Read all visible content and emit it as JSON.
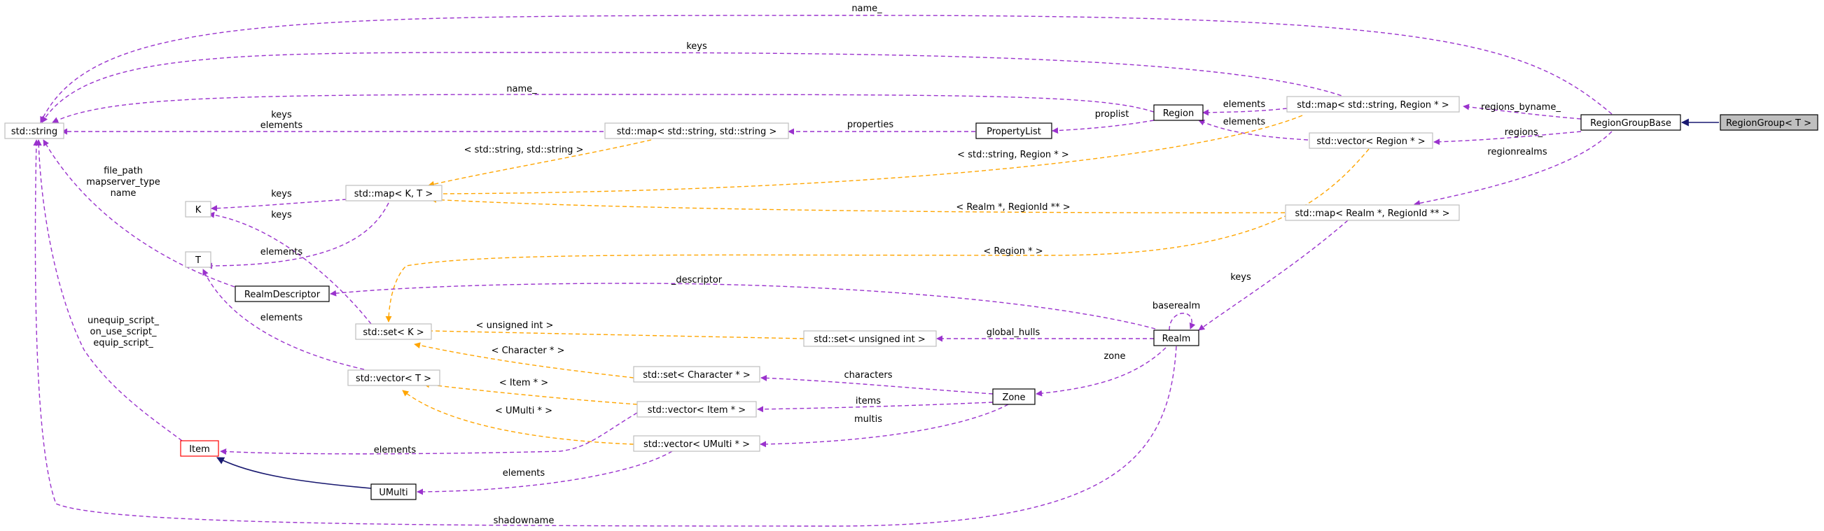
{
  "colors": {
    "usage": "#9a32cd",
    "template": "#ffa500",
    "inherit": "#191970",
    "box_gray": "#bfbfbf",
    "box_black": "#000000",
    "box_red": "#ff0000",
    "focus_fill": "#bfbfbf"
  },
  "nodes": {
    "string": "std::string",
    "map_k_t": "std::map< K, T >",
    "k": "K",
    "t": "T",
    "set_k": "std::set< K >",
    "vector_t": "std::vector< T >",
    "map_string_string": "std::map< std::string, std::string >",
    "propertylist": "PropertyList",
    "region": "Region",
    "map_string_region": "std::map< std::string, Region * >",
    "vector_region": "std::vector< Region * >",
    "map_realm_regionid": "std::map< Realm *, RegionId ** >",
    "regiongroupbase": "RegionGroupBase",
    "regiongroup": "RegionGroup< T >",
    "realmdescriptor": "RealmDescriptor",
    "set_unsigned": "std::set< unsigned int >",
    "set_character": "std::set< Character * >",
    "vector_item": "std::vector< Item * >",
    "vector_umulti": "std::vector< UMulti * >",
    "realm": "Realm",
    "zone": "Zone",
    "item": "Item",
    "umulti": "UMulti"
  },
  "labels": {
    "name_top": "name_",
    "keys_top": "keys",
    "name_region": "name_",
    "keys_elements_1": "keys",
    "keys_elements_2": "elements",
    "properties": "properties",
    "proplist": "proplist",
    "elements_map_region": "elements",
    "elements_vector_region": "elements",
    "regions_byname": "regions_byname_",
    "regions": "regions_",
    "regionrealms": "regionrealms",
    "tpl_string_string": "< std::string, std::string >",
    "tpl_string_region": "< std::string, Region * >",
    "tpl_realm_regionid": "< Realm *, RegionId ** >",
    "tpl_region": "< Region * >",
    "tpl_unsigned": "< unsigned int >",
    "tpl_character": "< Character * >",
    "tpl_item": "< Item * >",
    "tpl_umulti": "< UMulti * >",
    "keys_map_k": "keys",
    "elements_map_t": "elements",
    "keys_set_k": "keys",
    "elements_vector_t": "elements",
    "file_path": "file_path",
    "mapserver_type": "mapserver_type",
    "name_desc": "name",
    "descriptor": "_descriptor",
    "keys_realm": "keys",
    "baserealm": "baserealm",
    "global_hulls": "global_hulls",
    "zone": "zone",
    "characters": "characters",
    "items": "items",
    "multis": "multis",
    "unequip_script": "unequip_script_",
    "on_use_script": "on_use_script_",
    "equip_script": "equip_script_",
    "elements_item": "elements",
    "elements_umulti": "elements",
    "shadowname": "shadowname"
  }
}
